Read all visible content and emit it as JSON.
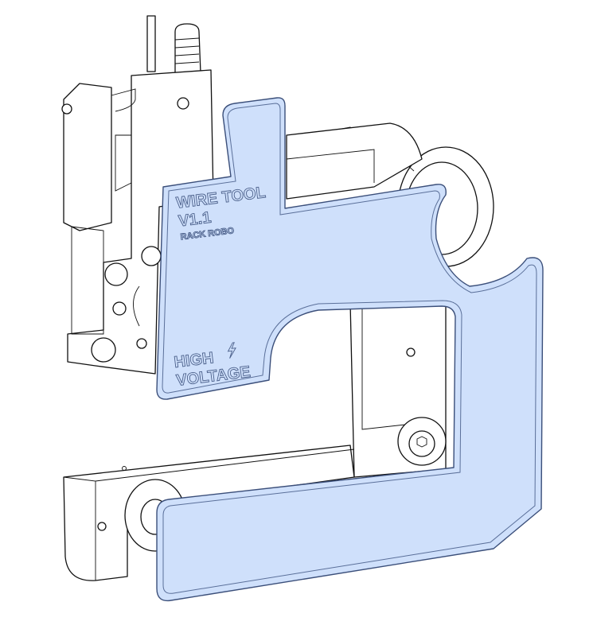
{
  "plate_text": {
    "title": "WIRE TOOL",
    "version": "V1.1",
    "maker": "RACK ROBO",
    "warning_line1": "HIGH",
    "warning_line2": "VOLTAGE"
  },
  "colors": {
    "plate_fill": "#cfe0fb",
    "plate_edge": "#3b4f7a",
    "line": "#111111"
  }
}
